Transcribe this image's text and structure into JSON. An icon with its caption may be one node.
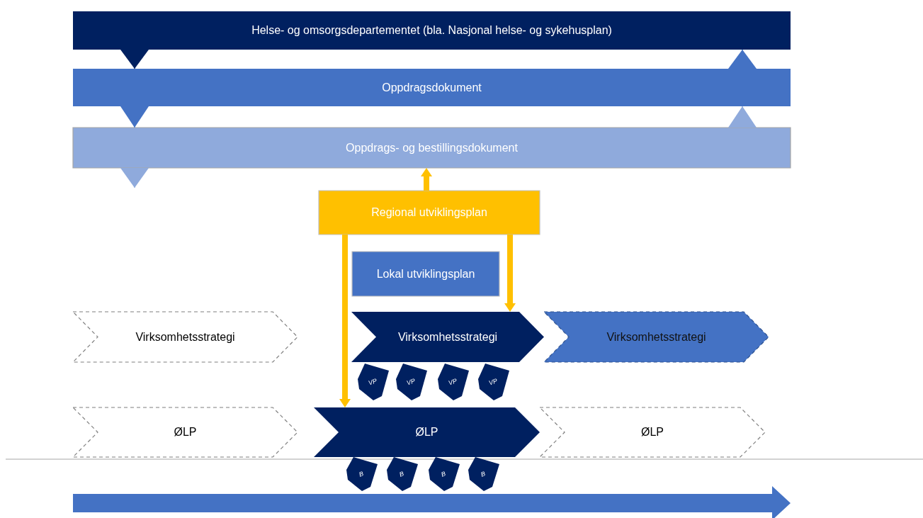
{
  "diagram": {
    "nodes": [
      {
        "text": [
          "Helse- og omsorgsdepartementet (bla. Nasjonal helse- og sykehusplan)"
        ]
      },
      {
        "text": [
          "Oppdragsdokument"
        ]
      },
      {
        "text": [
          "Oppdrags- og bestillingsdokument"
        ]
      },
      {
        "text": [
          "Regional utviklingsplan"
        ]
      },
      {
        "text": [
          "Lokal utviklingsplan"
        ]
      },
      {
        "text": [
          "Virksomhetsstrategi"
        ]
      },
      {
        "text": [
          "Virksomhetsstrategi"
        ]
      },
      {
        "text": [
          "Virksomhetsstrategi"
        ]
      },
      {
        "text": [
          "VP"
        ]
      },
      {
        "text": [
          "VP"
        ]
      },
      {
        "text": [
          "VP"
        ]
      },
      {
        "text": [
          "VP"
        ]
      },
      {
        "text": [
          "ØLP"
        ]
      },
      {
        "text": [
          "ØLP"
        ]
      },
      {
        "text": [
          "ØLP"
        ]
      },
      {
        "text": [
          "B"
        ]
      },
      {
        "text": [
          "B"
        ]
      },
      {
        "text": [
          "B"
        ]
      },
      {
        "text": [
          "B"
        ]
      }
    ],
    "edges": [
      {
        "from": 0,
        "to": 1,
        "arrow": "to",
        "color": "#002060"
      },
      {
        "from": 1,
        "to": 0,
        "arrow": "to",
        "color": "#4472c4"
      },
      {
        "from": 1,
        "to": 2,
        "arrow": "to",
        "color": "#4472c4"
      },
      {
        "from": 2,
        "to": 1,
        "arrow": "to",
        "color": "#8faadc"
      },
      {
        "from": 2,
        "to": null,
        "arrow": "to",
        "color": "#8faadc"
      },
      {
        "from": 3,
        "to": 2,
        "arrow": "to",
        "style": "thick",
        "color": "#ffc000"
      },
      {
        "from": 3,
        "to": 13,
        "arrow": "to",
        "style": "thick",
        "color": "#ffc000"
      },
      {
        "from": 3,
        "to": 6,
        "arrow": "to",
        "style": "thick",
        "color": "#ffc000"
      }
    ]
  }
}
